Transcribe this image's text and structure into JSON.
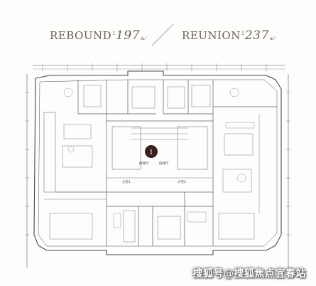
{
  "header": {
    "left": {
      "name": "REBOUND",
      "sup": "1",
      "area": "197",
      "unit": "m²"
    },
    "right": {
      "name": "REUNION",
      "sup": "1",
      "area": "237",
      "unit": "m²"
    }
  },
  "plan": {
    "unit_marker": "1",
    "room_labels": {
      "hall_left": "候梯厅",
      "hall_right": "候梯厅",
      "lobby_1": "大堂1",
      "lobby_2": "大堂2"
    }
  },
  "watermark": {
    "prefix": "搜狐号",
    "at": "@",
    "account": "搜狐焦点宜春站"
  },
  "colors": {
    "line": "#5a5a5a",
    "text": "#6e6058",
    "marker": "#3a1f1c"
  }
}
